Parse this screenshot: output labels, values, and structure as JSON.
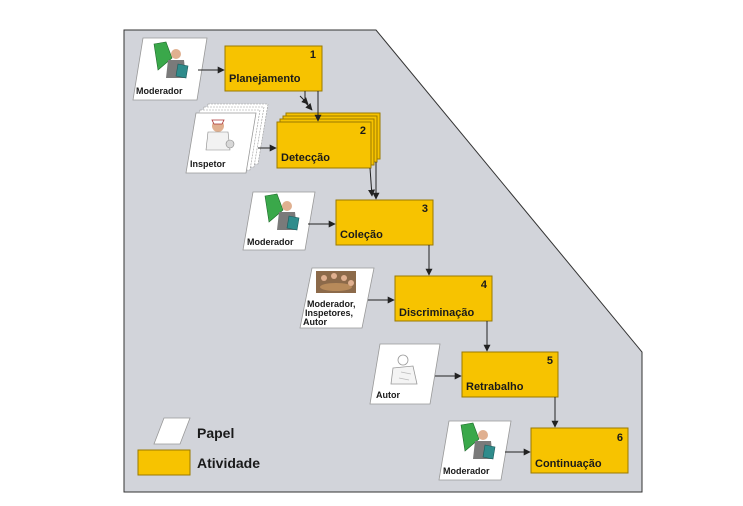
{
  "colors": {
    "background_panel": "#d2d4da",
    "activity_fill": "#f7c300",
    "activity_stroke": "#9b7a00",
    "paper_fill": "#ffffff",
    "arrow": "#222222"
  },
  "activities": [
    {
      "number": "1",
      "label": "Planejamento"
    },
    {
      "number": "2",
      "label": "Detecção"
    },
    {
      "number": "3",
      "label": "Coleção"
    },
    {
      "number": "4",
      "label": "Discriminação"
    },
    {
      "number": "5",
      "label": "Retrabalho"
    },
    {
      "number": "6",
      "label": "Continuação"
    }
  ],
  "roles": [
    {
      "lines": [
        "Moderador"
      ],
      "icon": "moderator-icon"
    },
    {
      "lines": [
        "Inspetor"
      ],
      "icon": "inspector-icon"
    },
    {
      "lines": [
        "Moderador"
      ],
      "icon": "moderator-icon"
    },
    {
      "lines": [
        "Moderador,",
        "Inspetores,",
        "Autor"
      ],
      "icon": "meeting-icon"
    },
    {
      "lines": [
        "Autor"
      ],
      "icon": "author-icon"
    },
    {
      "lines": [
        "Moderador"
      ],
      "icon": "moderator-icon"
    }
  ],
  "legend": {
    "paper_label": "Papel",
    "activity_label": "Atividade"
  }
}
